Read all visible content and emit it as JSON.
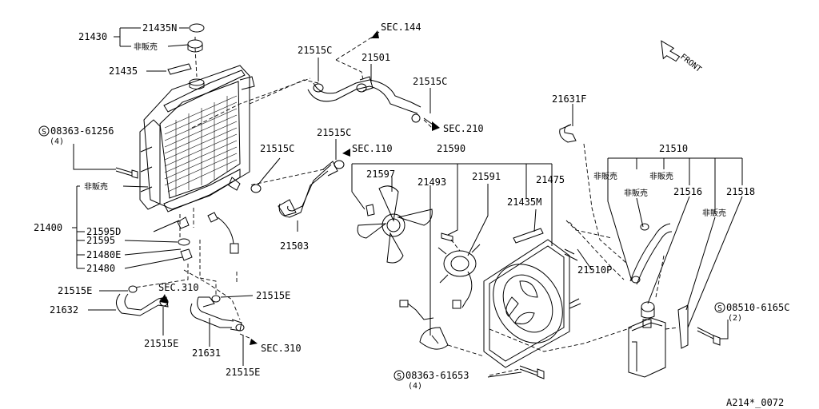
{
  "labels": {
    "p21435N": "21435N",
    "p21430": "21430",
    "hihanbai_a": "非販売",
    "p21435": "21435",
    "bolt_a": "08363-61256",
    "bolt_a_qty": "(4)",
    "hihanbai_b": "非販売",
    "p21400": "21400",
    "p21595D": "21595D",
    "p21595": "21595",
    "p21480E": "21480E",
    "p21480": "21480",
    "p21515E_a": "21515E",
    "sec310_a": "SEC.310",
    "p21632": "21632",
    "p21515E_b": "21515E",
    "p21515E_c": "21515E",
    "p21631": "21631",
    "sec310_b": "SEC.310",
    "p21515E_d": "21515E",
    "sec144": "SEC.144",
    "p21515C_a": "21515C",
    "p21501": "21501",
    "p21515C_b": "21515C",
    "sec210": "SEC.210",
    "p21515C_c": "21515C",
    "sec110": "SEC.110",
    "p21515C_d": "21515C",
    "p21503": "21503",
    "p21590": "21590",
    "p21597": "21597",
    "p21493": "21493",
    "p21591": "21591",
    "p21475": "21475",
    "p21435M": "21435M",
    "p21631F": "21631F",
    "front": "FRONT",
    "p21510": "21510",
    "hihanbai_c": "非販売",
    "hihanbai_d": "非販売",
    "hihanbai_e": "非販売",
    "p21516": "21516",
    "p21518": "21518",
    "hihanbai_f": "非販売",
    "p21510P": "21510P",
    "bolt_b": "08510-6165C",
    "bolt_b_qty": "(2)",
    "bolt_c": "08363-61653",
    "bolt_c_qty": "(4)",
    "figure_id": "A214*_0072",
    "screw_symbol": "S"
  },
  "icons": [
    "radiator",
    "radiator-cap",
    "upper-hose",
    "lower-hose",
    "fan-blade",
    "fan-shroud",
    "fan-motor",
    "reservoir-tank",
    "hose-clamp",
    "arrow-forward"
  ]
}
